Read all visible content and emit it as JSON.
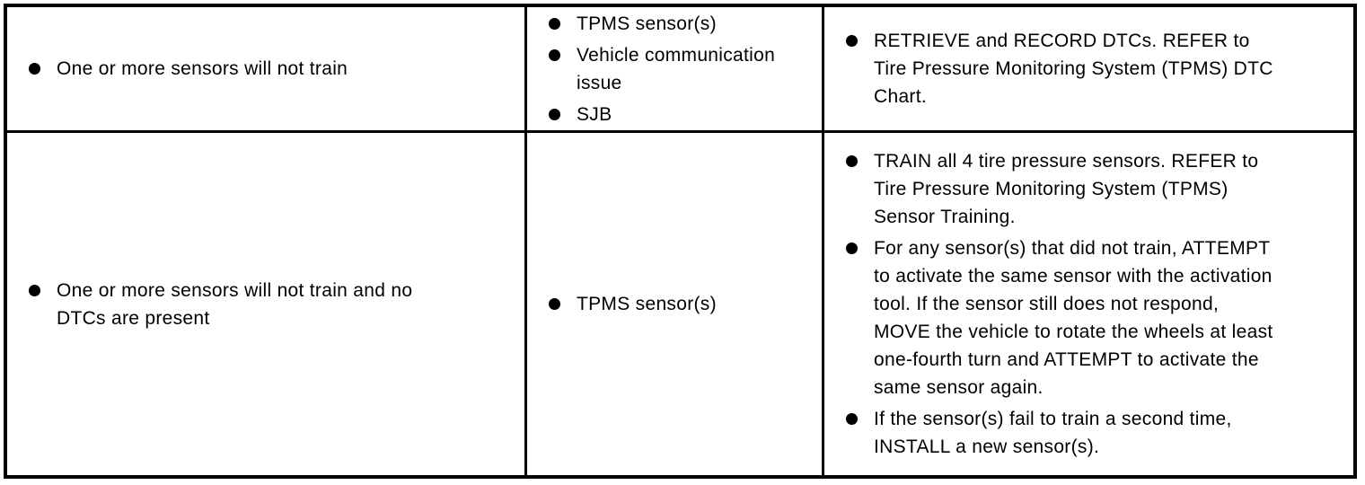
{
  "colors": {
    "background": "#ffffff",
    "border": "#000000",
    "text": "#000000",
    "bullet": "#000000"
  },
  "table": {
    "rows": [
      {
        "symptom": [
          "One or more sensors will not train"
        ],
        "possible_sources": [
          "TPMS sensor(s)",
          "Vehicle communication\nissue",
          "SJB"
        ],
        "actions": [
          "RETRIEVE and RECORD DTCs. REFER to\nTire Pressure Monitoring System (TPMS) DTC\nChart."
        ]
      },
      {
        "symptom": [
          "One or more sensors will not train and no\nDTCs are present"
        ],
        "possible_sources": [
          "TPMS sensor(s)"
        ],
        "actions": [
          "TRAIN all 4 tire pressure sensors. REFER to\nTire Pressure Monitoring System (TPMS)\nSensor Training.",
          "For any sensor(s) that did not train, ATTEMPT\nto activate the same sensor with the activation\ntool. If the sensor still does not respond,\nMOVE the vehicle to rotate the wheels at least\none-fourth turn and ATTEMPT to activate the\nsame sensor again.",
          "If the sensor(s) fail to train a second time,\nINSTALL a new sensor(s)."
        ]
      }
    ]
  }
}
